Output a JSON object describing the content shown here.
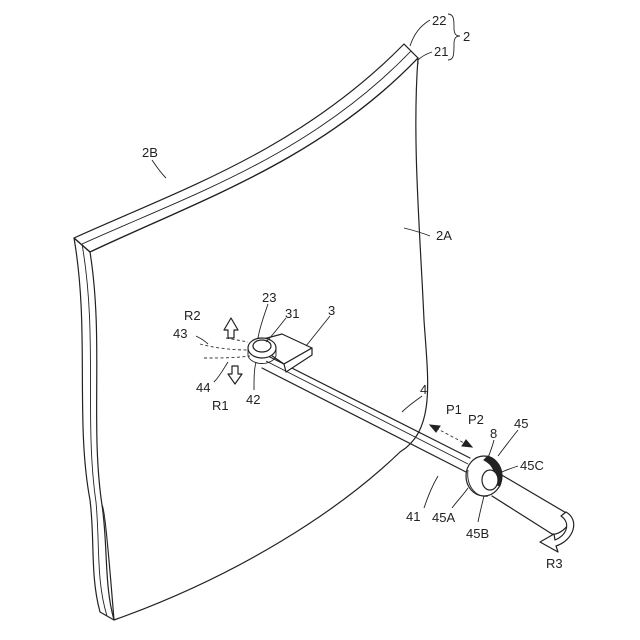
{
  "labels": {
    "l22": "22",
    "l21": "21",
    "l2": "2",
    "l2B": "2B",
    "l2A": "2A",
    "l23": "23",
    "l31": "31",
    "l3": "3",
    "lR2": "R2",
    "l43": "43",
    "l44": "44",
    "lR1": "R1",
    "l42": "42",
    "l4": "4",
    "lP1": "P1",
    "lP2": "P2",
    "l8": "8",
    "l45": "45",
    "l45C": "45C",
    "l41": "41",
    "l45A": "45A",
    "l45B": "45B",
    "lR3": "R3"
  }
}
